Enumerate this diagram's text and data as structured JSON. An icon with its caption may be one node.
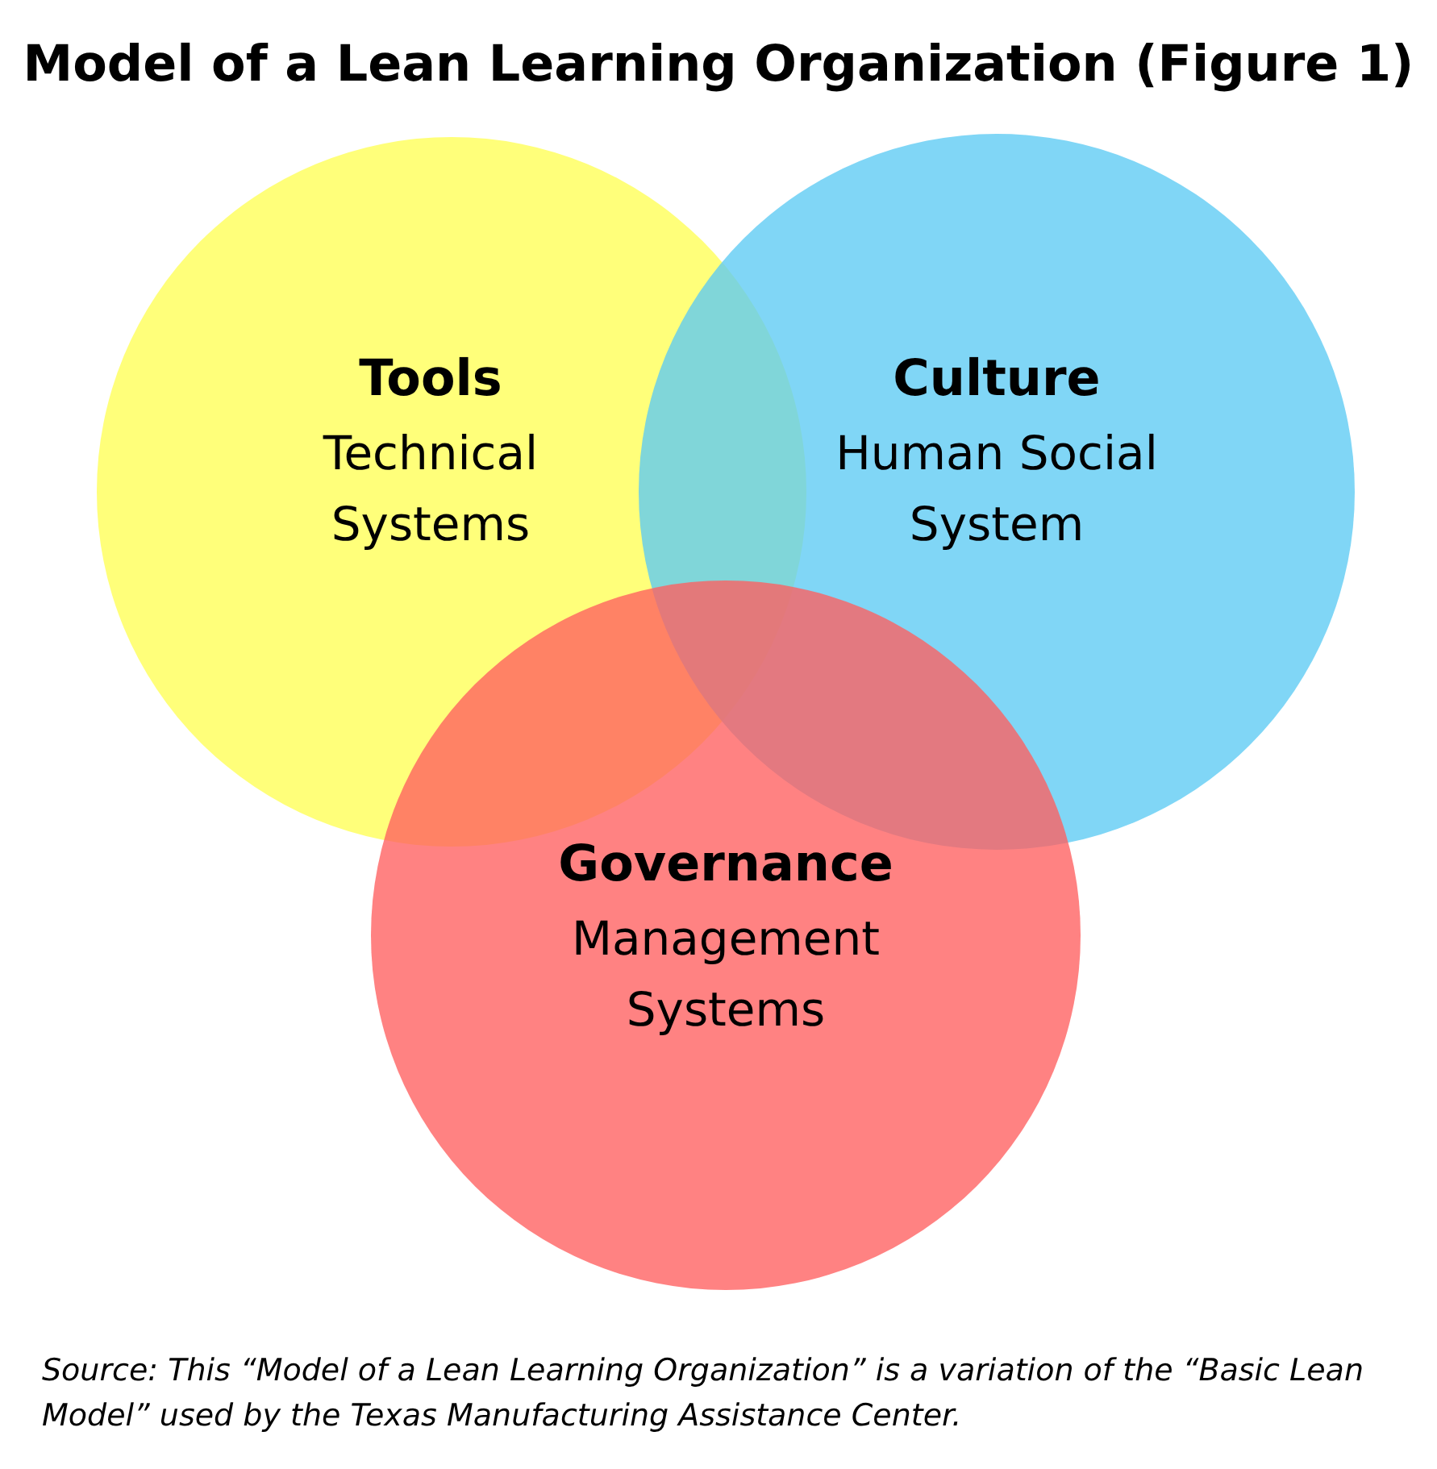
{
  "diagram": {
    "title": "Model of a Lean Learning Organization (Figure 1)",
    "caption": "Source: This “Model of a Lean Learning Organization” is a variation of the “Basic Lean Model” used by the Texas Manufacturing Assistance Center.",
    "nodes": [
      {
        "text": [
          "Tools",
          "Technical Systems"
        ]
      },
      {
        "text": [
          "Culture",
          "Human Social System"
        ]
      },
      {
        "text": [
          "Governance",
          "Management Systems"
        ]
      }
    ]
  }
}
